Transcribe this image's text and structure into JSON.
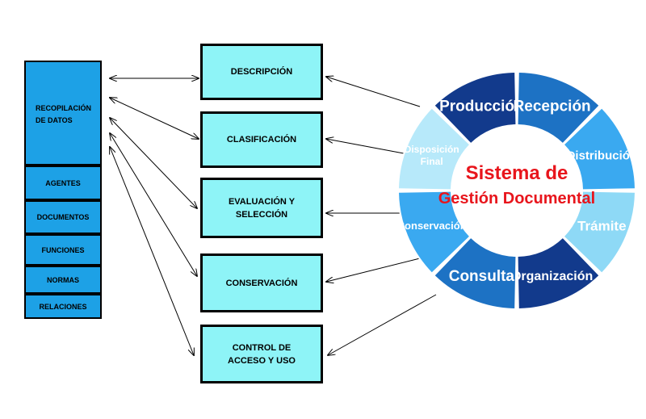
{
  "left_column": {
    "header": "RECOPILACIÓN DE DATOS",
    "items": [
      "AGENTES",
      "DOCUMENTOS",
      "FUNCIONES",
      "NORMAS",
      "RELACIONES"
    ]
  },
  "middle_column": {
    "items": [
      {
        "line1": "DESCRIPCIÓN",
        "line2": ""
      },
      {
        "line1": "CLASIFICACIÓN",
        "line2": ""
      },
      {
        "line1": "EVALUACIÓN Y",
        "line2": "SELECCIÓN"
      },
      {
        "line1": "CONSERVACIÓN",
        "line2": ""
      },
      {
        "line1": "CONTROL DE",
        "line2": "ACCESO Y USO"
      }
    ]
  },
  "wheel": {
    "center_line1": "Sistema de",
    "center_line2": "Gestión Documental",
    "segments": [
      {
        "label": "Producción",
        "color": "#123a8c"
      },
      {
        "label": "Recepción",
        "color": "#1d72c4"
      },
      {
        "label": "Distribución",
        "color": "#3aa9f0"
      },
      {
        "label": "Trámite",
        "color": "#8ed9f6"
      },
      {
        "label": "Organización",
        "color": "#123a8c"
      },
      {
        "label": "Consulta",
        "color": "#1d72c4"
      },
      {
        "label": "Conservación",
        "color": "#3aa9f0"
      },
      {
        "label": "Disposición Final",
        "color": "#b7e9fa"
      }
    ],
    "center_color": "#ffffff",
    "text_color": "#e8151c"
  }
}
